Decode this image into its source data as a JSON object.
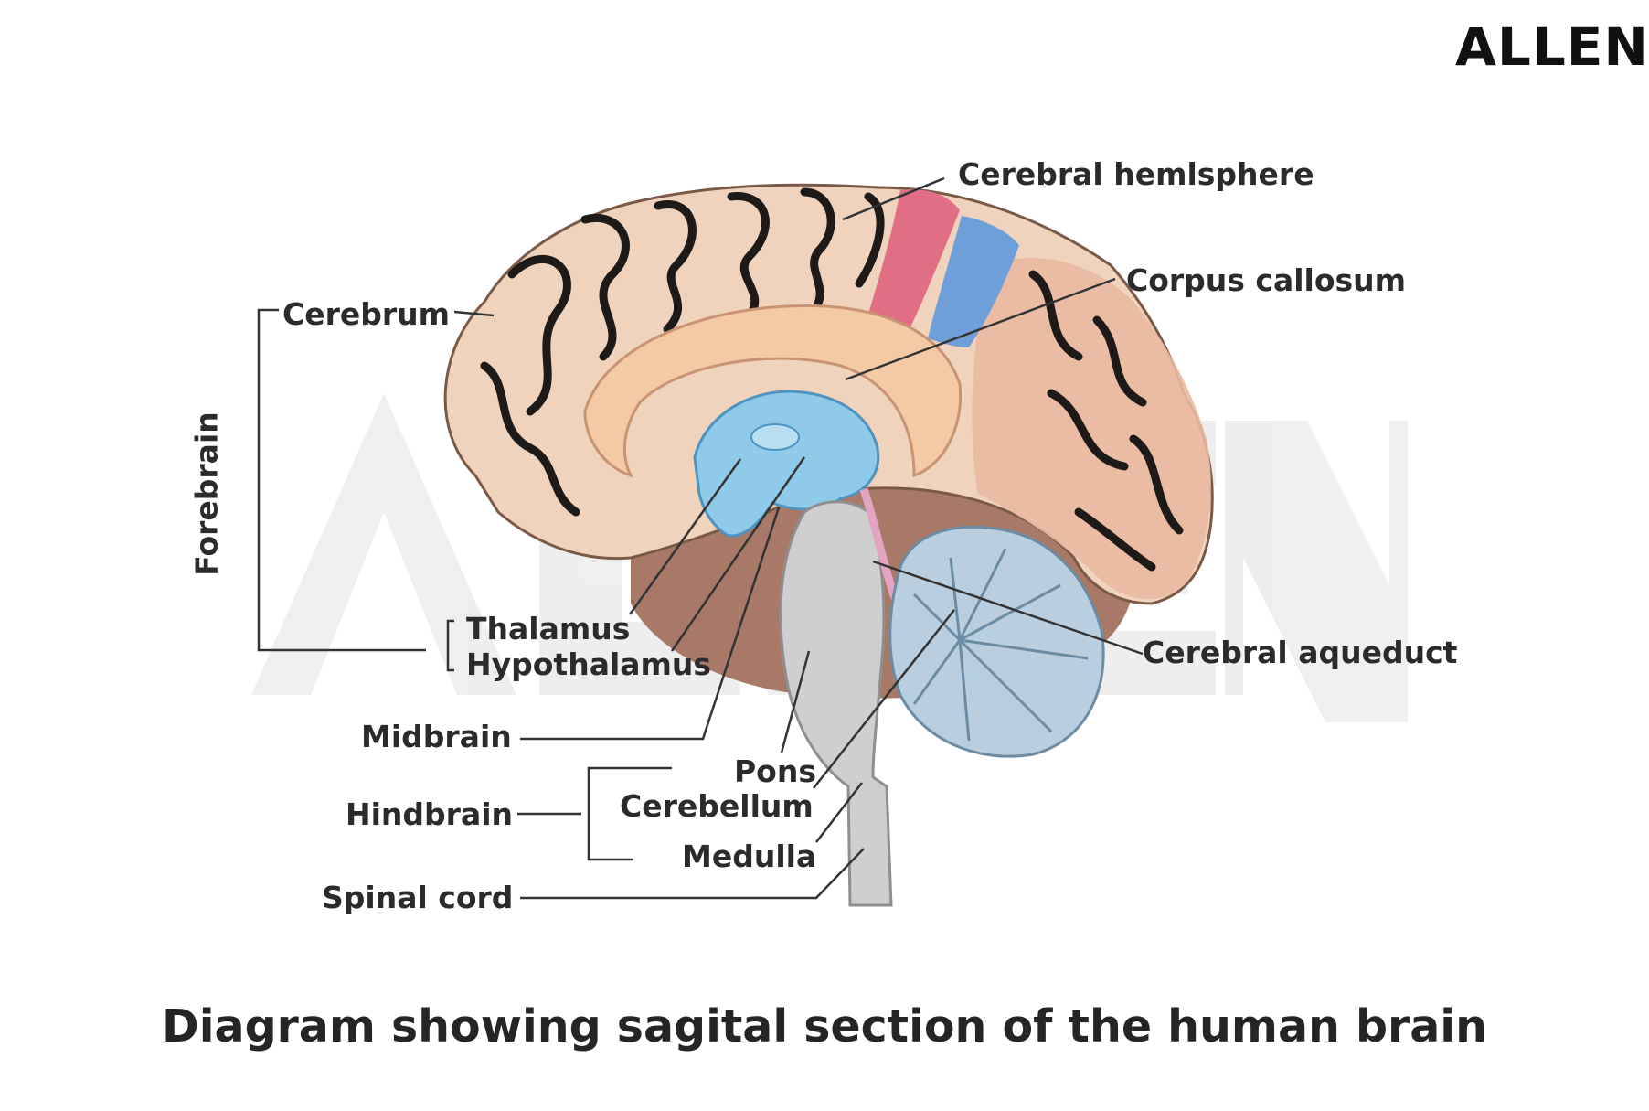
{
  "brand": {
    "logo_text": "ALLEN"
  },
  "caption": "Diagram showing  sagital  section of the human brain",
  "labels": {
    "cerebral_hemisphere": "Cerebral hemlsphere",
    "corpus_callosum": "Corpus callosum",
    "cerebrum": "Cerebrum",
    "forebrain": "Forebrain",
    "thalamus": "Thalamus",
    "hypothalamus": "Hypothalamus",
    "cerebral_aqueduct": "Cerebral aqueduct",
    "midbrain": "Midbrain",
    "pons": "Pons",
    "cerebellum": "Cerebellum",
    "hindbrain": "Hindbrain",
    "medulla": "Medulla",
    "spinal_cord": "Spinal cord"
  },
  "colors": {
    "cortex": "#efd3bd",
    "sulcus": "#1e1a18",
    "frontal_hemisphere_strip": "#e06f86",
    "parietal_strip": "#6f9fd8",
    "occipital": "#e9b9a0",
    "brainstem_region": "#a77966",
    "thalamus": "#8fcbe9",
    "cerebellum": "#b9cfe0",
    "spinal_cord": "#cfcfcf",
    "watermark": "#ececec"
  }
}
